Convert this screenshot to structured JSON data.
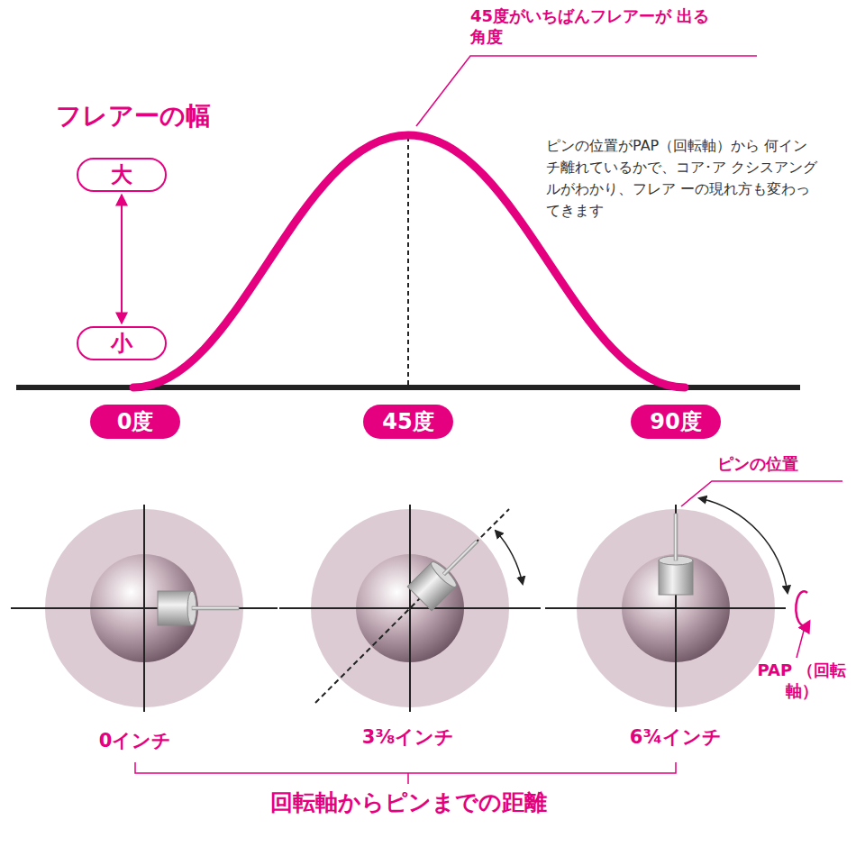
{
  "diagram": {
    "nodes": [
      {
        "text": [
          "大"
        ]
      },
      {
        "text": [
          "小"
        ]
      },
      {
        "text": [
          "0度"
        ]
      },
      {
        "text": [
          "45度"
        ]
      },
      {
        "text": [
          "90度"
        ]
      }
    ],
    "edges": [
      {
        "from": 0,
        "to": 1,
        "arrow": "both"
      }
    ],
    "labels": [
      "45度がいちばんフレアーが 出る角度",
      "フレアーの幅",
      "ピンの位置がPAP（回転軸）から 何インチ離れているかで、コア･ア クシスアングルがわかり、フレア ーの現れ方も変わってきます",
      "ピンの位置",
      "PAP （回転軸）",
      "0インチ",
      "3⅜インチ",
      "6¾インチ",
      "回転軸からピンまでの距離"
    ]
  }
}
